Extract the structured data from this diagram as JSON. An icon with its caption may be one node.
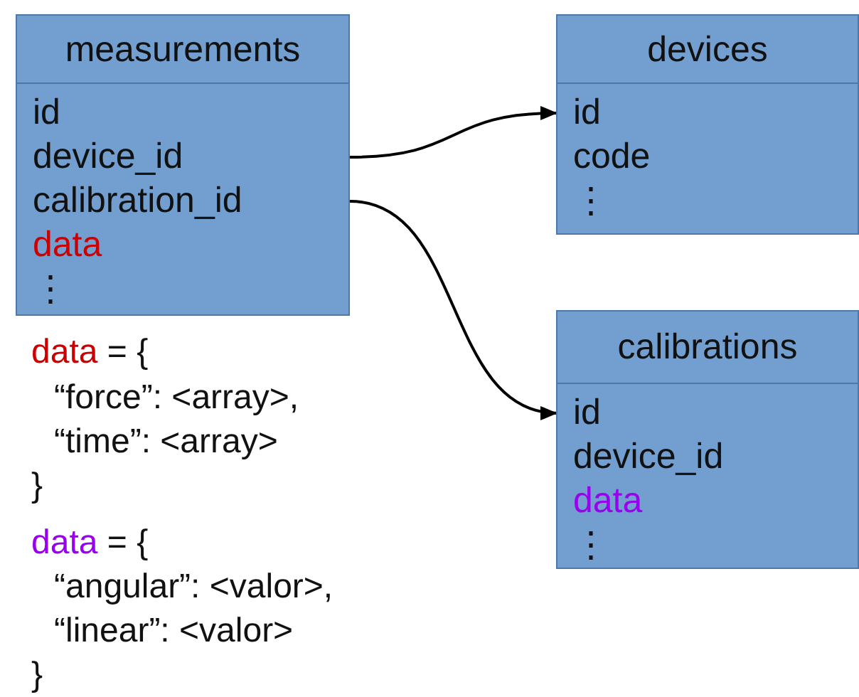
{
  "diagram": {
    "nodes": [
      {
        "text": [
          "measurements"
        ]
      },
      {
        "text": [
          "id"
        ],
        "in": 0
      },
      {
        "text": [
          "device_id"
        ],
        "in": 0
      },
      {
        "text": [
          "calibration_id"
        ],
        "in": 0
      },
      {
        "text": [
          "data"
        ],
        "in": 0
      },
      {
        "text": [
          "⋮"
        ],
        "in": 0
      },
      {
        "text": [
          "devices"
        ]
      },
      {
        "text": [
          "id"
        ],
        "in": 6
      },
      {
        "text": [
          "code"
        ],
        "in": 6
      },
      {
        "text": [
          "⋮"
        ],
        "in": 6
      },
      {
        "text": [
          "calibrations"
        ]
      },
      {
        "text": [
          "id"
        ],
        "in": 10
      },
      {
        "text": [
          "device_id"
        ],
        "in": 10
      },
      {
        "text": [
          "data"
        ],
        "in": 10
      },
      {
        "text": [
          "⋮"
        ],
        "in": 10
      }
    ],
    "edges": [
      {
        "from": 2,
        "to": 7,
        "arrow": "to"
      },
      {
        "from": 3,
        "to": 11,
        "arrow": "to"
      }
    ],
    "labels": [
      "data = {",
      "“force”: <array>,",
      "“time”: <array>",
      "}",
      "data = {",
      "“angular”: <valor>,",
      "“linear”: <valor>",
      "}"
    ]
  }
}
